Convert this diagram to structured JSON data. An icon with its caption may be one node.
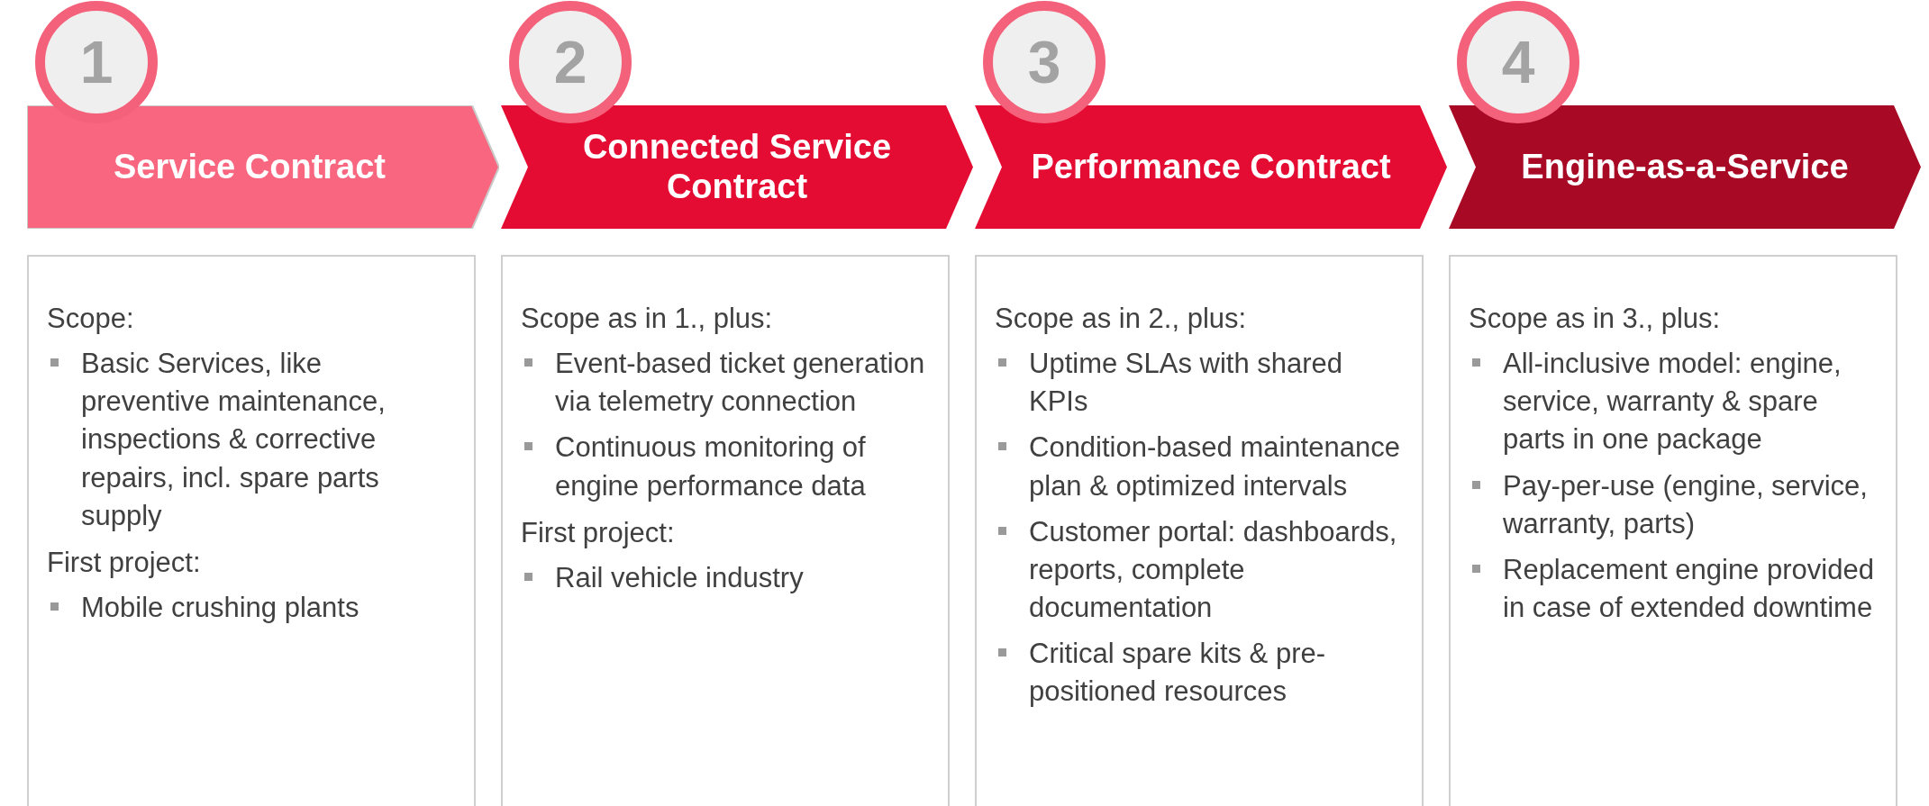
{
  "diagram": {
    "nodes": [
      {
        "text": [
          "1"
        ]
      },
      {
        "text": [
          "Service Contract"
        ]
      },
      {
        "text": [
          "2"
        ]
      },
      {
        "text": [
          "Connected Service Contract"
        ]
      },
      {
        "text": [
          "3"
        ]
      },
      {
        "text": [
          "Performance Contract"
        ]
      },
      {
        "text": [
          "4"
        ]
      },
      {
        "text": [
          "Engine-as-a-Service"
        ]
      },
      {
        "text": [
          "Scope:",
          "Basic Services, like preventive maintenance, inspections & corrective repairs, incl. spare parts supply",
          "First project:",
          "Mobile crushing plants"
        ]
      },
      {
        "text": [
          "Scope as in 1., plus:",
          "Event-based ticket generation via telemetry connection",
          "Continuous monitoring of engine performance data",
          "First project:",
          "Rail vehicle industry"
        ]
      },
      {
        "text": [
          "Scope as in 2., plus:",
          "Uptime SLAs with shared KPIs",
          "Condition-based maintenance plan & optimized intervals",
          "Customer portal: dashboards, reports, complete documentation",
          "Critical spare kits & pre-positioned resources"
        ]
      },
      {
        "text": [
          "Scope as in 3., plus:",
          "All-inclusive model: engine, service, warranty & spare parts in one package",
          "Pay-per-use (engine, service, warranty, parts)",
          "Replacement engine provided  in case of extended downtime"
        ]
      }
    ],
    "edges": []
  }
}
